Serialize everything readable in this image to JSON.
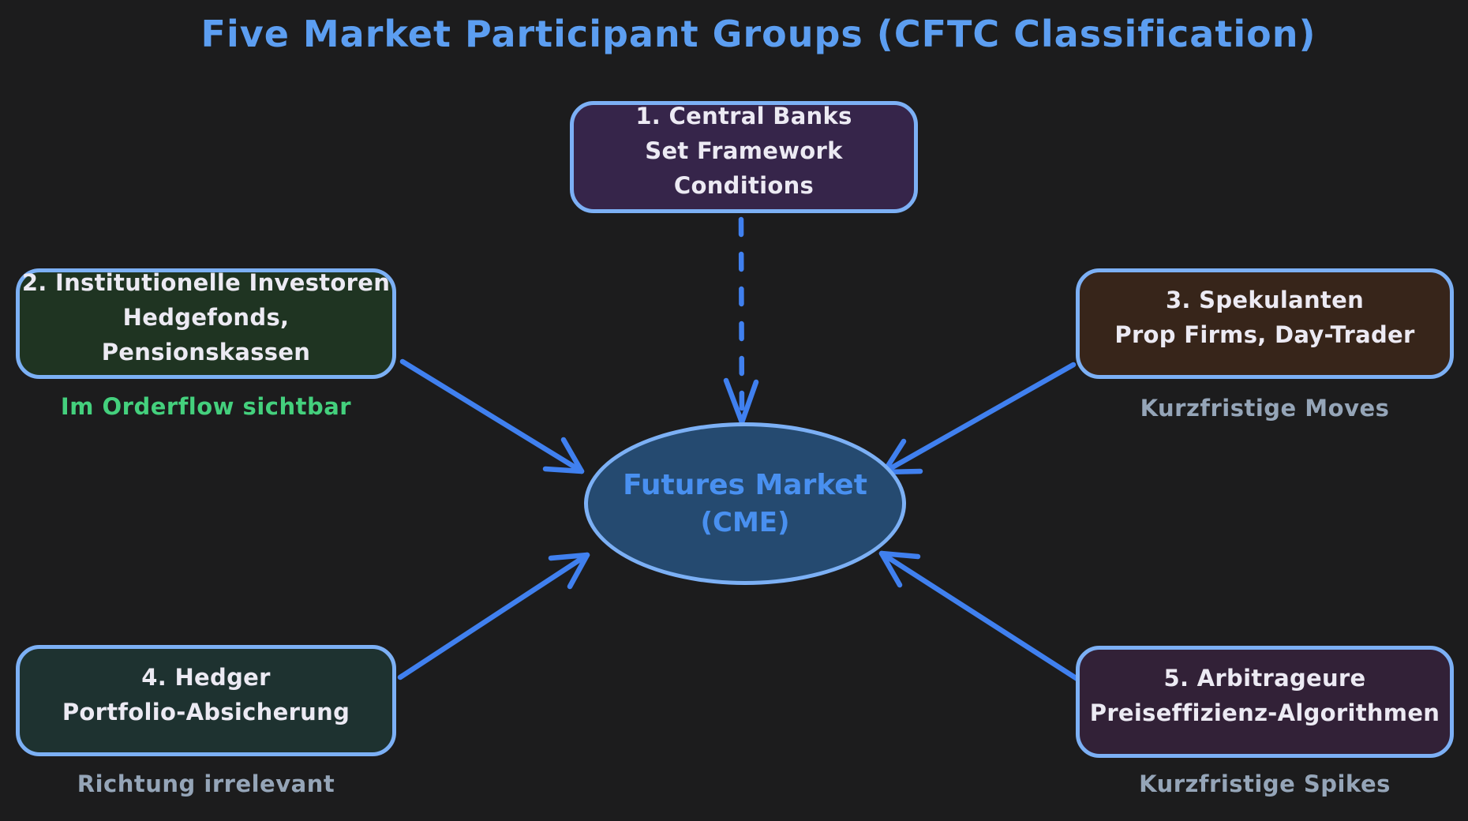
{
  "title": "Five Market Participant Groups (CFTC Classification)",
  "colors": {
    "bg": "#1c1c1d",
    "edge": "#7cb0f5",
    "arrow": "#4080ef",
    "title": "#5c9ef1",
    "box_text": "#eceaf3",
    "note_gray": "#95a5b8",
    "note_green": "#44d07d",
    "box1_fill": "#36254a",
    "box2_fill": "#1f3422",
    "box3_fill": "#37251a",
    "box4_fill": "#1e3230",
    "box5_fill": "#322137",
    "ellipse_fill": "#254a70",
    "ellipse_text": "#4990f0"
  },
  "center": {
    "line1": "Futures Market",
    "line2": "(CME)"
  },
  "nodes": [
    {
      "line1": "1. Central Banks",
      "line2": "Set Framework Conditions"
    },
    {
      "line1": "2. Institutionelle Investoren",
      "line2": "Hedgefonds, Pensionskassen",
      "note": "Im Orderflow sichtbar"
    },
    {
      "line1": "3. Spekulanten",
      "line2": "Prop Firms, Day-Trader",
      "note": "Kurzfristige Moves"
    },
    {
      "line1": "4. Hedger",
      "line2": "Portfolio-Absicherung",
      "note": "Richtung irrelevant"
    },
    {
      "line1": "5. Arbitrageure",
      "line2": "Preiseffizienz-Algorithmen",
      "note": "Kurzfristige Spikes"
    }
  ]
}
